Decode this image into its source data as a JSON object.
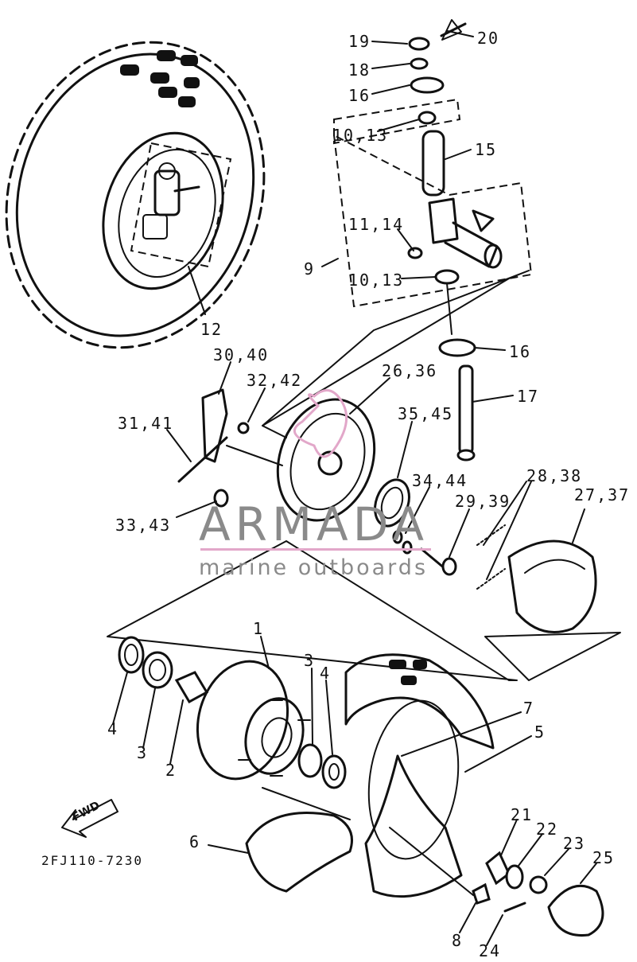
{
  "watermark": {
    "title": "ARMADA",
    "subtitle": "marine outboards",
    "accent_color": "#e2a7c9",
    "text_color": "#8a8a8a"
  },
  "diagram_code": "2FJ110-7230",
  "direction_label": "FWD",
  "callouts": [
    {
      "id": "c19",
      "text": "19"
    },
    {
      "id": "c20",
      "text": "20"
    },
    {
      "id": "c18",
      "text": "18"
    },
    {
      "id": "c16a",
      "text": "16"
    },
    {
      "id": "c1013a",
      "text": "10,13"
    },
    {
      "id": "c15",
      "text": "15"
    },
    {
      "id": "c1114",
      "text": "11,14"
    },
    {
      "id": "c9",
      "text": "9"
    },
    {
      "id": "c1013b",
      "text": "10,13"
    },
    {
      "id": "c16b",
      "text": "16"
    },
    {
      "id": "c12",
      "text": "12"
    },
    {
      "id": "c3040",
      "text": "30,40"
    },
    {
      "id": "c3242",
      "text": "32,42"
    },
    {
      "id": "c2636",
      "text": "26,36"
    },
    {
      "id": "c17",
      "text": "17"
    },
    {
      "id": "c3141",
      "text": "31,41"
    },
    {
      "id": "c3545",
      "text": "35,45"
    },
    {
      "id": "c3444",
      "text": "34,44"
    },
    {
      "id": "c2838",
      "text": "28,38"
    },
    {
      "id": "c2939",
      "text": "29,39"
    },
    {
      "id": "c2737",
      "text": "27,37"
    },
    {
      "id": "c3343",
      "text": "33,43"
    },
    {
      "id": "c1",
      "text": "1"
    },
    {
      "id": "c3a",
      "text": "3"
    },
    {
      "id": "c4a",
      "text": "4"
    },
    {
      "id": "c7",
      "text": "7"
    },
    {
      "id": "c5",
      "text": "5"
    },
    {
      "id": "c4b",
      "text": "4"
    },
    {
      "id": "c3b",
      "text": "3"
    },
    {
      "id": "c2",
      "text": "2"
    },
    {
      "id": "c6",
      "text": "6"
    },
    {
      "id": "c21",
      "text": "21"
    },
    {
      "id": "c22",
      "text": "22"
    },
    {
      "id": "c23",
      "text": "23"
    },
    {
      "id": "c25",
      "text": "25"
    },
    {
      "id": "c8",
      "text": "8"
    },
    {
      "id": "c24",
      "text": "24"
    }
  ]
}
